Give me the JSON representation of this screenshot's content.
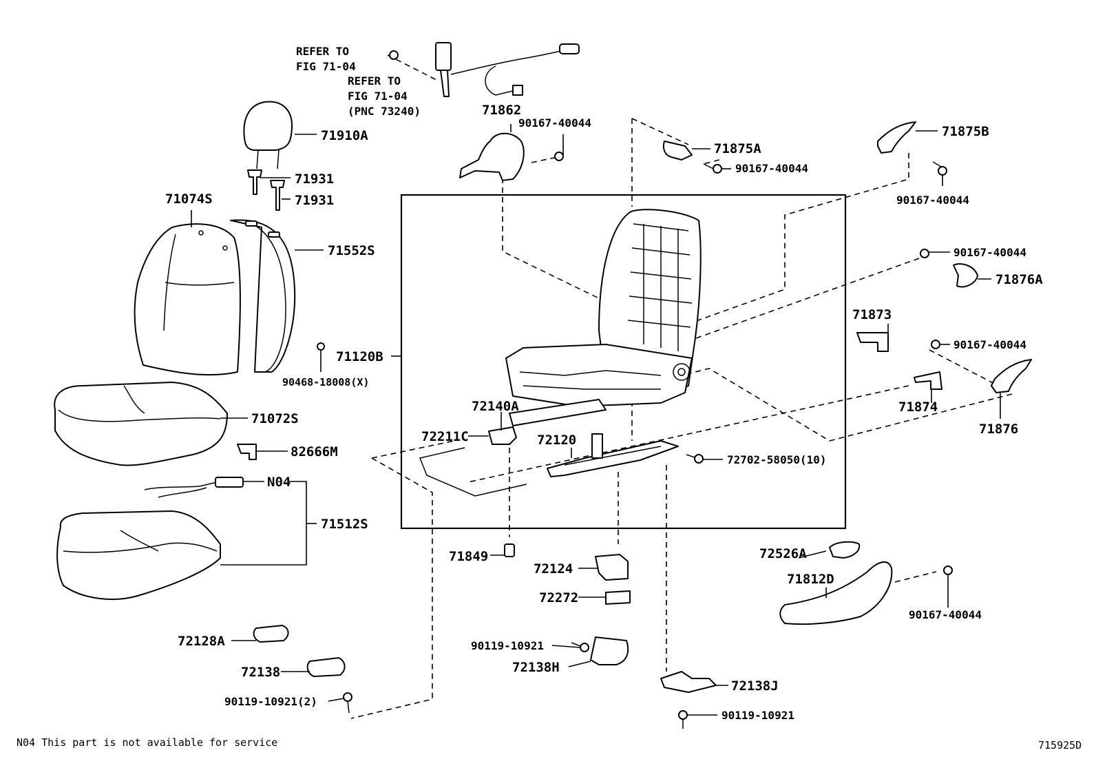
{
  "diagram": {
    "refer1": {
      "line1": "REFER TO",
      "line2": "FIG 71-04"
    },
    "refer2": {
      "line1": "REFER TO",
      "line2": "FIG 71-04",
      "line3": "(PNC 73240)"
    },
    "labels": {
      "p71862": "71862",
      "p90167_a": "90167-40044",
      "p71875A": "71875A",
      "p90167_b": "90167-40044",
      "p71875B": "71875B",
      "p90167_c": "90167-40044",
      "p71910A": "71910A",
      "p71931_a": "71931",
      "p71931_b": "71931",
      "p71074S": "71074S",
      "p71552S": "71552S",
      "p90167_d": "90167-40044",
      "p71876A": "71876A",
      "p71873": "71873",
      "p90167_e": "90167-40044",
      "p71120B": "71120B",
      "p90468": "90468-18008(X)",
      "p71874": "71874",
      "p71876": "71876",
      "p72140A": "72140A",
      "p71072S": "71072S",
      "p72211C": "72211C",
      "p72120": "72120",
      "p82666M": "82666M",
      "p72702": "72702-58050(10)",
      "pN04": "N04",
      "p71512S": "71512S",
      "p72526A": "72526A",
      "p71849": "71849",
      "p72124": "72124",
      "p71812D": "71812D",
      "p72272": "72272",
      "p90167_f": "90167-40044",
      "p72128A": "72128A",
      "p90119_a": "90119-10921",
      "p72138H": "72138H",
      "p72138": "72138",
      "p72138J": "72138J",
      "p90119_b": "90119-10921(2)",
      "p90119_c": "90119-10921"
    },
    "footnote": "N04  This part is not available for service",
    "figure_id": "715925D"
  }
}
